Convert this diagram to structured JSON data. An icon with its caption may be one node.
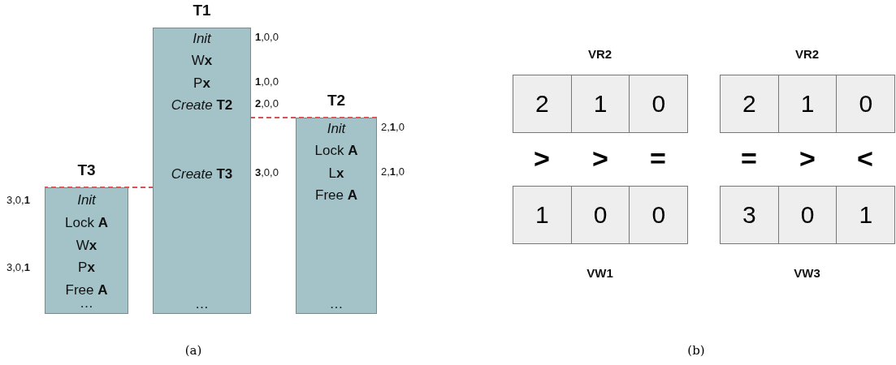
{
  "diagram": {
    "nodes": [
      {
        "text": [
          "T1",
          "*Init*",
          "W**x**",
          "P**x**",
          "*Create* **T2**",
          "*Create* **T3**",
          "…"
        ],
        "beside": [
          "**1**,0,0",
          "**1**,0,0",
          "**2**,0,0",
          "**3**,0,0"
        ]
      },
      {
        "text": [
          "T2",
          "*Init*",
          "Lock **A**",
          "L**x**",
          "Free **A**",
          "…"
        ],
        "beside": [
          "2,**1**,0",
          "2,**1**,0"
        ]
      },
      {
        "text": [
          "T3",
          "*Init*",
          "Lock **A**",
          "W**x**",
          "P**x**",
          "Free **A**",
          "…"
        ],
        "beside": [
          "3,0,**1**",
          "3,0,**1**"
        ]
      },
      {
        "text": [
          "VR2"
        ]
      },
      {
        "text": [
          "2"
        ],
        "in": 3
      },
      {
        "text": [
          "1"
        ],
        "in": 3
      },
      {
        "text": [
          "0"
        ],
        "in": 3
      },
      {
        "text": [
          "VW1"
        ]
      },
      {
        "text": [
          "1"
        ],
        "in": 7
      },
      {
        "text": [
          "0"
        ],
        "in": 7
      },
      {
        "text": [
          "0"
        ],
        "in": 7
      },
      {
        "text": [
          "VR2"
        ]
      },
      {
        "text": [
          "2"
        ],
        "in": 11
      },
      {
        "text": [
          "1"
        ],
        "in": 11
      },
      {
        "text": [
          "0"
        ],
        "in": 11
      },
      {
        "text": [
          "VW3"
        ]
      },
      {
        "text": [
          "3"
        ],
        "in": 15
      },
      {
        "text": [
          "0"
        ],
        "in": 15
      },
      {
        "text": [
          "1"
        ],
        "in": 15
      }
    ],
    "edges": [
      {
        "from": 0,
        "to": 1,
        "arrow": "none",
        "style": "dashed",
        "color": "#cc1a1a"
      },
      {
        "from": 0,
        "to": 2,
        "arrow": "none",
        "style": "dashed",
        "color": "#cc1a1a"
      }
    ],
    "labels": [
      ">",
      ">",
      "=",
      "=",
      ">",
      "<",
      "(a)",
      "(b)"
    ]
  }
}
